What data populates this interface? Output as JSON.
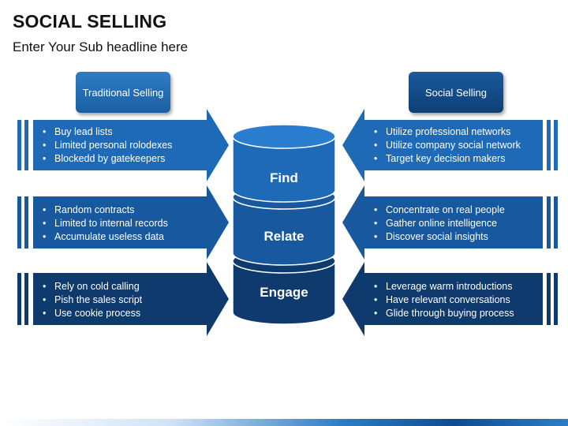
{
  "title": "SOCIAL SELLING",
  "subtitle": "Enter Your Sub headline here",
  "headers": {
    "left": "Traditional Selling",
    "right": "Social Selling"
  },
  "colors": {
    "row1": "#1f6ab7",
    "row2": "#18589f",
    "row3": "#0e3a6e",
    "header_left": "#2469b0",
    "header_right": "#124a88"
  },
  "rows": [
    {
      "center": "Find",
      "left": [
        "Buy lead lists",
        "Limited personal rolodexes",
        "Blockedd by gatekeepers"
      ],
      "right": [
        "Utilize professional networks",
        "Utilize company social network",
        "Target key decision makers"
      ]
    },
    {
      "center": "Relate",
      "left": [
        "Random contracts",
        "Limited to internal records",
        "Accumulate useless data"
      ],
      "right": [
        "Concentrate on real people",
        "Gather online intelligence",
        "Discover social insights"
      ]
    },
    {
      "center": "Engage",
      "left": [
        "Rely on cold calling",
        "Pish the sales script",
        "Use cookie process"
      ],
      "right": [
        "Leverage warm introductions",
        "Have relevant conversations",
        "Glide through buying process"
      ]
    }
  ]
}
